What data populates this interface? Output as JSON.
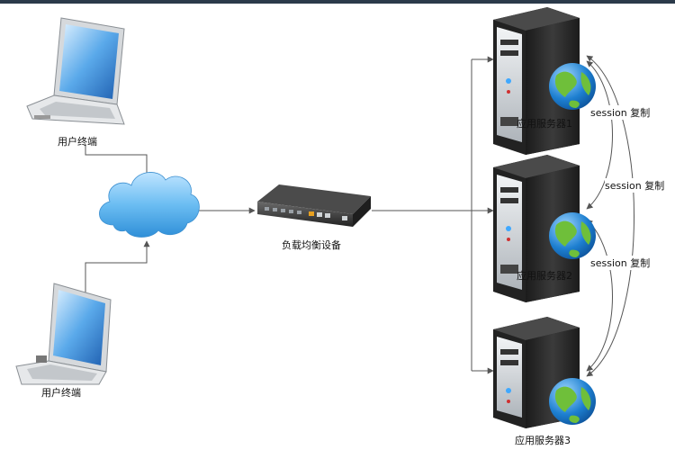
{
  "nodes": {
    "laptop_top_label": "用户终端",
    "laptop_bottom_label": "用户终端",
    "load_balancer_label": "负载均衡设备",
    "server_1_label": "应用服务器1",
    "server_2_label": "应用服务器2",
    "server_3_label": "应用服务器3"
  },
  "edges": {
    "session_copy_1": "session 复制",
    "session_copy_2": "session 复制",
    "session_copy_3": "session 复制"
  },
  "colors": {
    "line": "#555555",
    "cloud": "#4aa8e8",
    "server_body": "#2a2a2a",
    "server_front": "#d9dde0",
    "globe_water": "#1d7fd0",
    "globe_land": "#6fbf3a",
    "frame": "#2b3a4a"
  }
}
